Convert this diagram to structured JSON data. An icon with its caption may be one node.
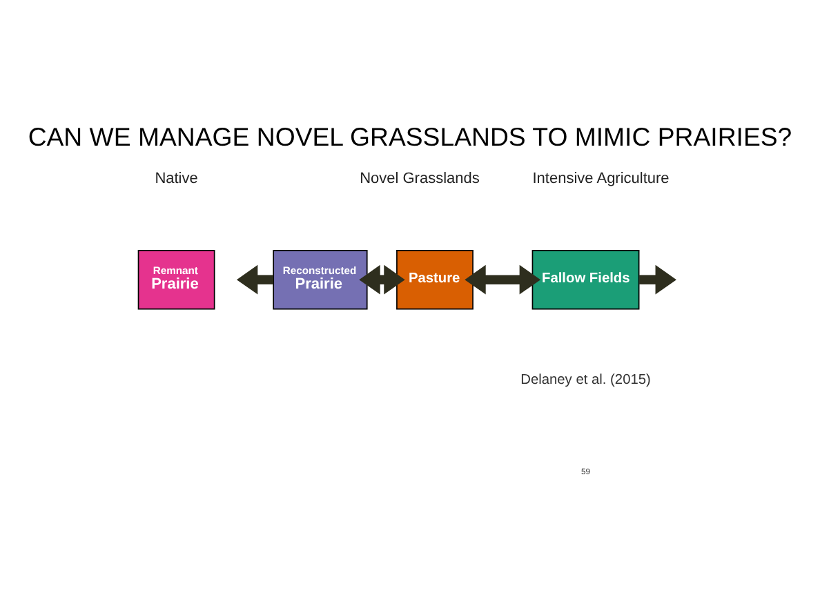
{
  "diagram": {
    "title": "CAN WE MANAGE NOVEL GRASSLANDS TO MIMIC PRAIRIES?",
    "nodes": [
      {
        "text": [
          "Remnant",
          "Prairie"
        ]
      },
      {
        "text": [
          "Reconstructed",
          "Prairie"
        ]
      },
      {
        "text": [
          "Pasture"
        ]
      },
      {
        "text": [
          "Fallow Fields"
        ]
      }
    ],
    "edges": [
      {
        "from": 1,
        "to": null,
        "arrow": "to"
      },
      {
        "from": 1,
        "to": 2,
        "arrow": "both"
      },
      {
        "from": 2,
        "to": 3,
        "arrow": "both"
      },
      {
        "from": 3,
        "to": null,
        "arrow": "to"
      }
    ],
    "labels": [
      "Native",
      "Novel Grasslands",
      "Intensive Agriculture",
      "Delaney et al. (2015)",
      "59"
    ]
  }
}
